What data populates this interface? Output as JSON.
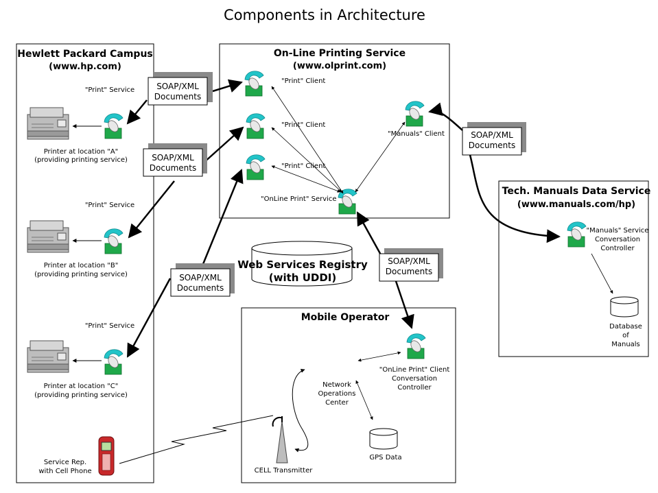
{
  "title": "Components in Architecture",
  "hp": {
    "title": "Hewlett Packard Campus",
    "subtitle": "(www.hp.com)",
    "printers": [
      {
        "service": "\"Print\" Service",
        "label1": "Printer at location \"A\"",
        "label2": "(providing printing service)"
      },
      {
        "service": "\"Print\" Service",
        "label1": "Printer at location \"B\"",
        "label2": "(providing printing service)"
      },
      {
        "service": "\"Print\" Service",
        "label1": "Printer at location \"C\"",
        "label2": "(providing printing service)"
      }
    ],
    "rep1": "Service Rep.",
    "rep2": "with Cell Phone"
  },
  "olp": {
    "title": "On-Line Printing Service",
    "subtitle": "(www.olprint.com)",
    "clients": [
      "\"Print\" Client",
      "\"Print\" Client",
      "\"Print\" Client"
    ],
    "manuals_client": "\"Manuals\" Client",
    "online_print_service": "\"OnLine Print\" Service"
  },
  "tech": {
    "title": "Tech. Manuals Data Service",
    "subtitle": "(www.manuals.com/hp)",
    "ctrl1": "\"Manuals\" Service",
    "ctrl2": "Conversation",
    "ctrl3": "Controller",
    "db1": "Database",
    "db2": "of",
    "db3": "Manuals"
  },
  "mobile": {
    "title": "Mobile Operator",
    "ctrl1": "\"OnLine Print\" Client",
    "ctrl2": "Conversation",
    "ctrl3": "Controller",
    "noc1": "Network",
    "noc2": "Operations",
    "noc3": "Center",
    "gps": "GPS Data",
    "cell": "CELL Transmitter"
  },
  "registry": {
    "line1": "Web Services Registry",
    "line2": "(with UDDI)"
  },
  "soap": [
    {
      "line1": "SOAP/XML",
      "line2": "Documents"
    },
    {
      "line1": "SOAP/XML",
      "line2": "Documents"
    },
    {
      "line1": "SOAP/XML",
      "line2": "Documents"
    },
    {
      "line1": "SOAP/XML",
      "line2": "Documents"
    },
    {
      "line1": "SOAP/XML",
      "line2": "Documents"
    }
  ],
  "colors": {
    "cyan": "#22c4c8",
    "green": "#1fa84a",
    "shadow": "#8a8a8a",
    "phone_red": "#c8282a"
  },
  "icons": [
    "service-node-icon",
    "printer-icon",
    "database-icon",
    "cell-phone-icon",
    "cell-tower-icon"
  ]
}
